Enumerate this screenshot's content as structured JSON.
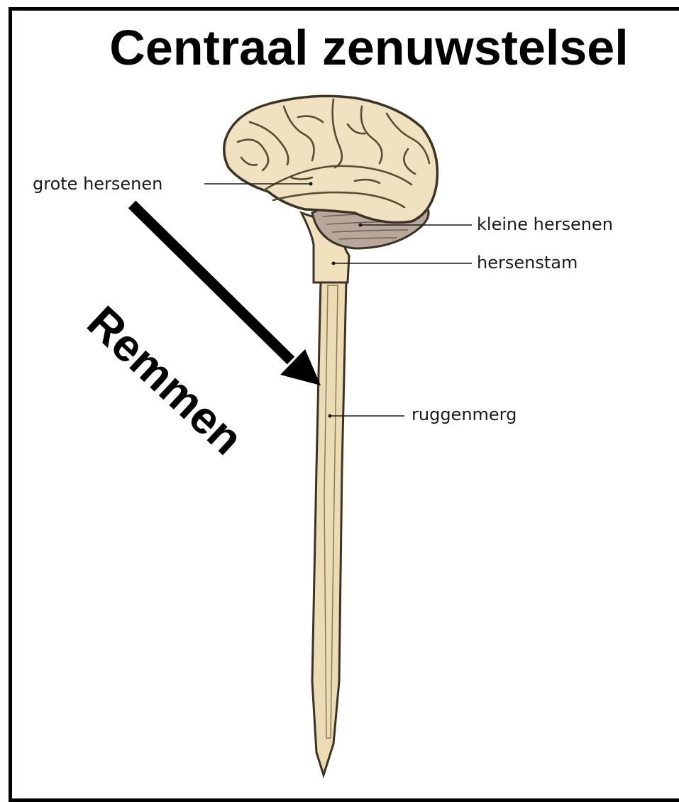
{
  "title": "Centraal zenuwstelsel",
  "labels": {
    "grote_hersenen": "grote hersenen",
    "kleine_hersenen": "kleine hersenen",
    "hersenstam": "hersenstam",
    "ruggenmerg": "ruggenmerg"
  },
  "arrow_label": "Remmen",
  "colors": {
    "cerebrum": "#f0e2c0",
    "cerebrum_fold": "#5b4a34",
    "cerebellum": "#b8a79b",
    "brainstem": "#f1e1bc",
    "spinal_cord": "#ecdcb4",
    "arrow": "#000000"
  }
}
